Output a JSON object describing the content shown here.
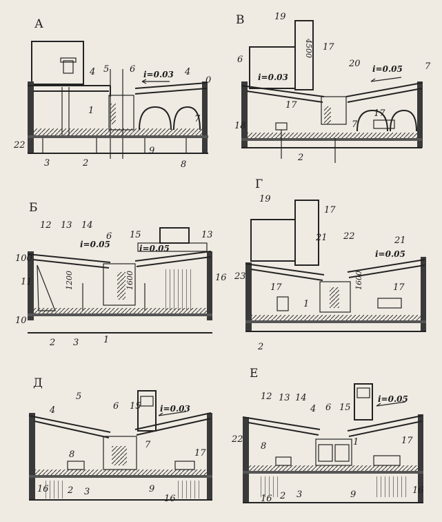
{
  "panels": [
    {
      "id": "A",
      "title": "А",
      "slope": "i=0.03"
    },
    {
      "id": "V",
      "title": "В",
      "slope1": "i=0.03",
      "slope2": "i=0.05",
      "height": "4500"
    },
    {
      "id": "B",
      "title": "Б",
      "slope1": "i=0.05",
      "slope2": "i=0.05",
      "h1": "1200",
      "h2": "1600",
      "left_dim": "100"
    },
    {
      "id": "G",
      "title": "Г",
      "slope": "i=0.05",
      "height": "1600"
    },
    {
      "id": "D",
      "title": "Д",
      "slope": "i=0.03"
    },
    {
      "id": "E",
      "title": "Е",
      "slope": "i=0.05"
    }
  ],
  "labels": {
    "A": [
      "4",
      "5",
      "6",
      "4",
      "7",
      "1",
      "22",
      "3",
      "2",
      "9",
      "8",
      "0"
    ],
    "V": [
      "19",
      "17",
      "6",
      "20",
      "7",
      "17",
      "17",
      "18",
      "7",
      "2"
    ],
    "B": [
      "12",
      "13",
      "14",
      "6",
      "15",
      "13",
      "11",
      "16",
      "10",
      "2",
      "3",
      "1"
    ],
    "G": [
      "19",
      "17",
      "21",
      "22",
      "21",
      "23",
      "17",
      "17",
      "1",
      "2"
    ],
    "D": [
      "4",
      "5",
      "6",
      "15",
      "7",
      "8",
      "17",
      "16",
      "2",
      "3",
      "9",
      "16"
    ],
    "E": [
      "12",
      "13",
      "14",
      "4",
      "6",
      "15",
      "1",
      "17",
      "22",
      "8",
      "16",
      "2",
      "3",
      "9",
      "16"
    ]
  }
}
